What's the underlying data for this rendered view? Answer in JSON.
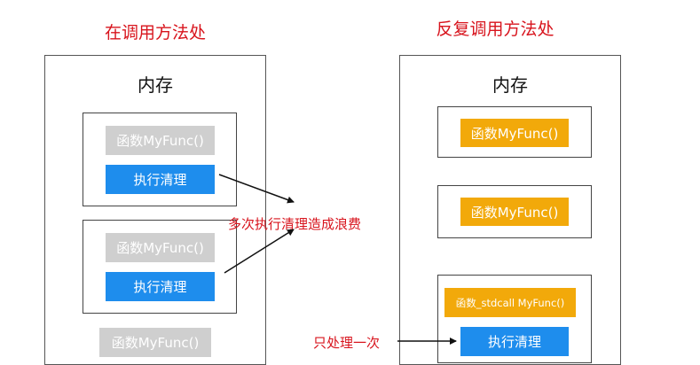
{
  "left": {
    "heading": "在调用方法处",
    "panel_title": "内存",
    "frames": [
      {
        "func_label": "函数MyFunc()",
        "action_label": "执行清理"
      },
      {
        "func_label": "函数MyFunc()",
        "action_label": "执行清理"
      }
    ],
    "trailing_func_label": "函数MyFunc()"
  },
  "right": {
    "heading": "反复调用方法处",
    "panel_title": "内存",
    "frames": [
      {
        "func_label": "函数MyFunc()"
      },
      {
        "func_label": "函数MyFunc()"
      },
      {
        "func_label": "函数_stdcall MyFunc()",
        "action_label": "执行清理"
      }
    ]
  },
  "annotations": {
    "waste_note": "多次执行清理造成浪费",
    "once_note": "只处理一次"
  },
  "colors": {
    "heading_red": "#d8141d",
    "gray_chip": "#cfcfcf",
    "blue_chip": "#1e8ded",
    "gold_chip": "#f2a90a",
    "frame_border": "#444444"
  }
}
